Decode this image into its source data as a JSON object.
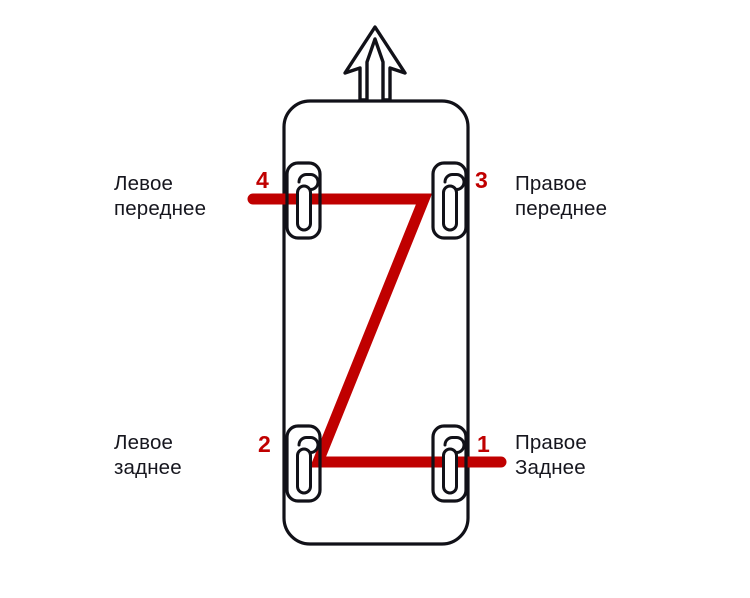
{
  "diagram": {
    "title": "Porjadok raboty cilindrov",
    "type": "engine-firing-order-layout",
    "colors": {
      "line": "#c00000",
      "outline": "#111118",
      "text": "#16161e",
      "background": "#ffffff"
    },
    "direction_arrow": {
      "icon": "arrow-up-icon",
      "meaning": "front-of-vehicle"
    },
    "body": {
      "icon": "vehicle-body-outline",
      "shape": "rounded-rectangle"
    },
    "cylinders": [
      {
        "number": "1",
        "label": "Правое\nЗаднее",
        "label_side": "right",
        "position": "rear-right",
        "icon": "ignition-coil-icon"
      },
      {
        "number": "2",
        "label": "Левое\nзаднее",
        "label_side": "left",
        "position": "rear-left",
        "icon": "ignition-coil-icon"
      },
      {
        "number": "3",
        "label": "Правое\nпереднее",
        "label_side": "right",
        "position": "front-right",
        "icon": "ignition-coil-icon"
      },
      {
        "number": "4",
        "label": "Левое\nпереднее",
        "label_side": "left",
        "position": "front-left",
        "icon": "ignition-coil-icon"
      }
    ],
    "firing_path": {
      "icon": "z-path-icon",
      "order": [
        "1",
        "2",
        "3",
        "4"
      ],
      "description": "Z-shaped red polyline linking rear-right to rear-left to front-right to front-left"
    }
  }
}
